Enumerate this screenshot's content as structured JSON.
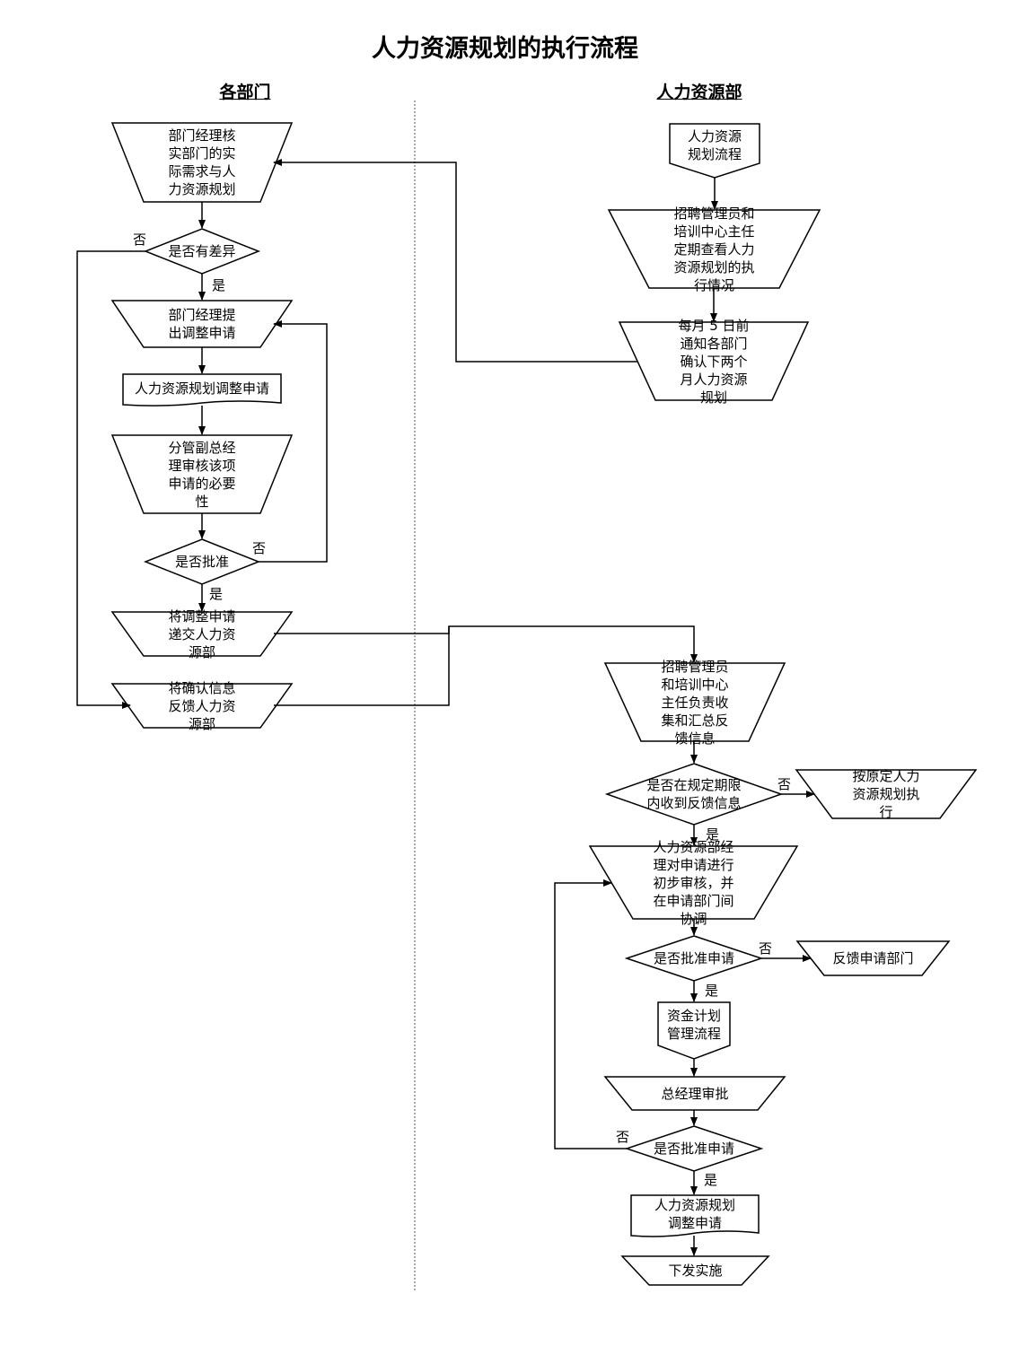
{
  "title": "人力资源规划的执行流程",
  "lanes": {
    "left": "各部门",
    "right": "人力资源部"
  },
  "nodes": {
    "n1": "部门经理核\n实部门的实\n际需求与人\n力资源规划",
    "d1": "是否有差异",
    "n2": "部门经理提\n出调整申请",
    "doc1": "人力资源规划调整申请",
    "n3": "分管副总经\n理审核该项\n申请的必要\n性",
    "d2": "是否批准",
    "n4": "将调整申请\n递交人力资\n源部",
    "n5": "将确认信息\n反馈人力资\n源部",
    "r1": "人力资源\n规划流程",
    "r2": "招聘管理员和\n培训中心主任\n定期查看人力\n资源规划的执\n行情况",
    "r3": "每月 5 日前\n通知各部门\n确认下两个\n月人力资源\n规划",
    "r4": "招聘管理员\n和培训中心\n主任负责收\n集和汇总反\n馈信息",
    "d3": "是否在规定期限\n内收到反馈信息",
    "r5": "按原定人力\n资源规划执\n行",
    "r6": "人力资源部经\n理对申请进行\n初步审核，并\n在申请部门间\n协调",
    "d4": "是否批准申请",
    "r7": "反馈申请部门",
    "r8": "资金计划\n管理流程",
    "r9": "总经理审批",
    "d5": "是否批准申请",
    "doc2": "人力资源规划\n调整申请",
    "r10": "下发实施"
  },
  "labels": {
    "yes": "是",
    "no": "否"
  }
}
